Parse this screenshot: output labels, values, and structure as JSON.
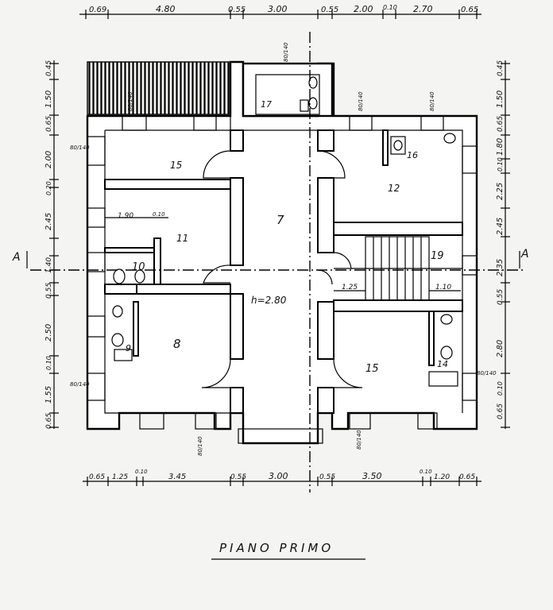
{
  "title": "PIANO PRIMO",
  "height_note": "h=2.80",
  "section_marker": "A",
  "top_dims": [
    "0.69",
    "4.80",
    "0.55",
    "3.00",
    "0.55",
    "2.00",
    "0.10",
    "2.70",
    "0.65"
  ],
  "bottom_dims": [
    "0.65",
    "1.25",
    "0.10",
    "3.45",
    "0.55",
    "3.00",
    "0.55",
    "3.50",
    "0.10",
    "1.20",
    "0.65"
  ],
  "left_dims": [
    "0.45",
    "1.50",
    "0.65",
    "2.00",
    "0.20",
    "2.45",
    "1.40",
    "0.55",
    "2.50",
    "0.10",
    "1.55",
    "0.65"
  ],
  "right_dims": [
    "0.45",
    "1.50",
    "0.65",
    "1.80",
    "0.10",
    "2.25",
    "2.45",
    "2.35",
    "0.55",
    "2.80",
    "0.10",
    "0.65"
  ],
  "rooms": [
    {
      "id": "r17",
      "label": "17"
    },
    {
      "id": "r15a",
      "label": "15"
    },
    {
      "id": "r7",
      "label": "7"
    },
    {
      "id": "r16",
      "label": "16"
    },
    {
      "id": "r12",
      "label": "12"
    },
    {
      "id": "r11",
      "label": "11"
    },
    {
      "id": "r10",
      "label": "10"
    },
    {
      "id": "r19",
      "label": "19"
    },
    {
      "id": "r8",
      "label": "8"
    },
    {
      "id": "r9",
      "label": "9"
    },
    {
      "id": "r15b",
      "label": "15"
    },
    {
      "id": "r14",
      "label": "14"
    }
  ],
  "inner_dims": {
    "d190": "1.90",
    "d010": "0.10",
    "d125": "1.25",
    "d110": "1.10"
  },
  "windows": {
    "w_top_left": "80/140",
    "w_top_mid": "80/140",
    "w_top_right_a": "80/140",
    "w_top_right_b": "80/140",
    "w_left_top": "80/140",
    "w_left_bottom": "80/140",
    "w_right_bottom": "80/140",
    "w_bottom_left": "80/140",
    "w_bottom_right": "80/140"
  },
  "colors": {
    "ink": "#000000",
    "paper": "#f4f4f2"
  }
}
